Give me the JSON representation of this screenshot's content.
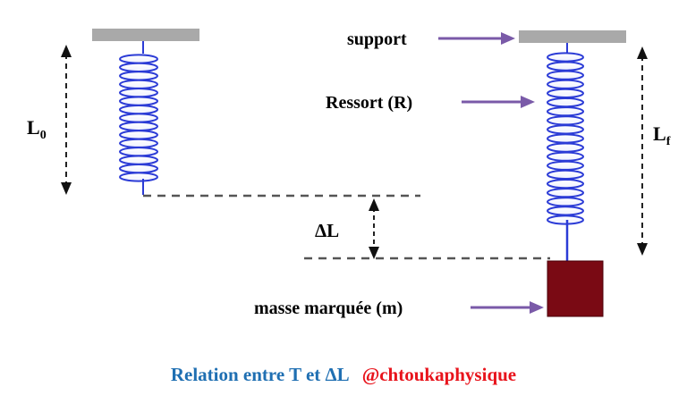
{
  "labels": {
    "support": "support",
    "ressort": "Ressort  (R)",
    "masse": "masse marquée  (m)",
    "l0_main": "L",
    "l0_sub": "0",
    "lf_main": "L",
    "lf_sub": "f",
    "delta_l": "ΔL"
  },
  "caption": {
    "relation": "Relation entre T et ΔL",
    "handle": "@chtoukaphysique"
  },
  "colors": {
    "support": "#a9a9a9",
    "spring": "#2b3bd6",
    "mass": "#7a0a14",
    "arrow": "#7a5aa8",
    "dash": "#555555",
    "caption_relation": "#1f6fb2",
    "caption_handle": "#e8141c"
  }
}
